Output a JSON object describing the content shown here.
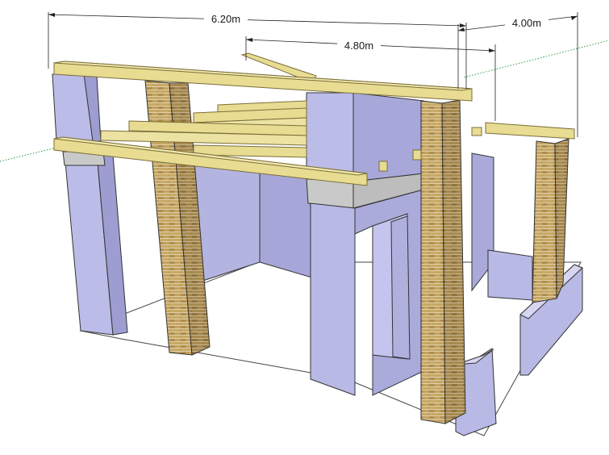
{
  "dimensions": {
    "overall_length": "6.20m",
    "inner_span": "4.80m",
    "depth": "4.00m"
  },
  "colors": {
    "wall": "#b9b9e6",
    "wall_side": "#9e9ed4",
    "wall_dark": "#8c8cc4",
    "timber": "#e8dc92",
    "timber_top": "#f1e8ae",
    "timber_edge": "#7a6e38",
    "brick": "#b99a5a",
    "brick_dark": "#8e7440",
    "lintel": "#c9c9c9",
    "axis_green": "#2f9e44",
    "dimension_line": "#222222"
  }
}
